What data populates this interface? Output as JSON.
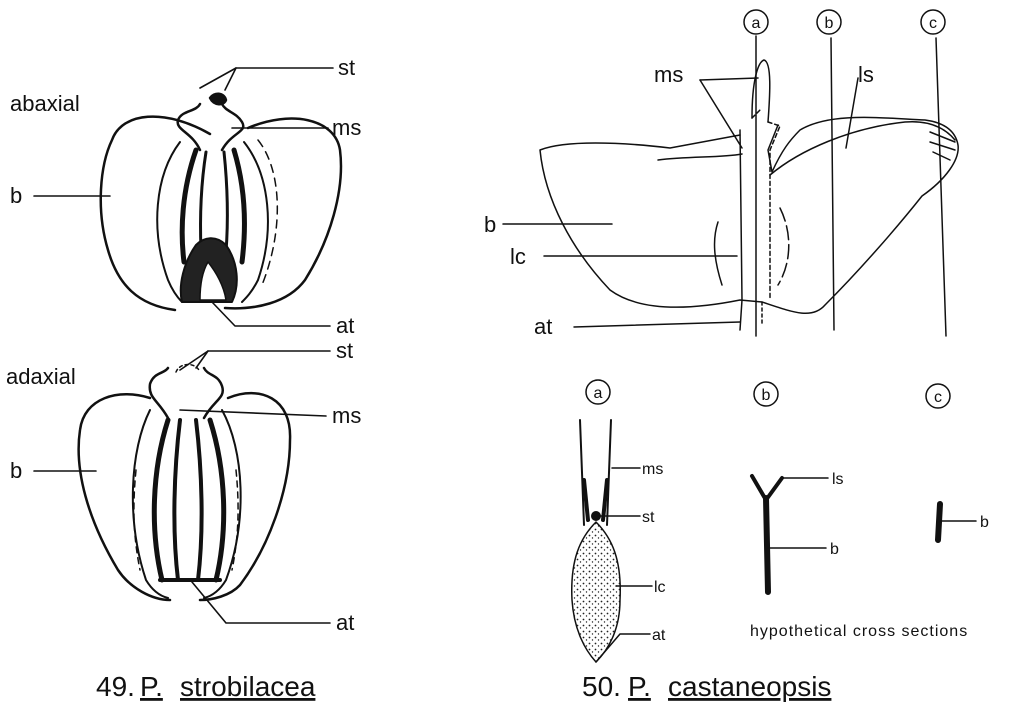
{
  "fig49": {
    "view_abaxial": "abaxial",
    "view_adaxial": "adaxial",
    "labels": {
      "st": "st",
      "ms": "ms",
      "b": "b",
      "at": "at"
    },
    "caption": {
      "number": "49.",
      "genus": "P.",
      "species": "strobilacea"
    }
  },
  "fig50": {
    "labels": {
      "ms": "ms",
      "ls": "ls",
      "b": "b",
      "lc": "lc",
      "at": "at",
      "st": "st"
    },
    "section_markers": [
      "a",
      "b",
      "c"
    ],
    "cross_sections_note": "hypothetical cross sections",
    "caption": {
      "number": "50.",
      "genus": "P.",
      "species": "castaneopsis"
    }
  },
  "colors": {
    "ink": "#111111",
    "paper": "#ffffff"
  }
}
